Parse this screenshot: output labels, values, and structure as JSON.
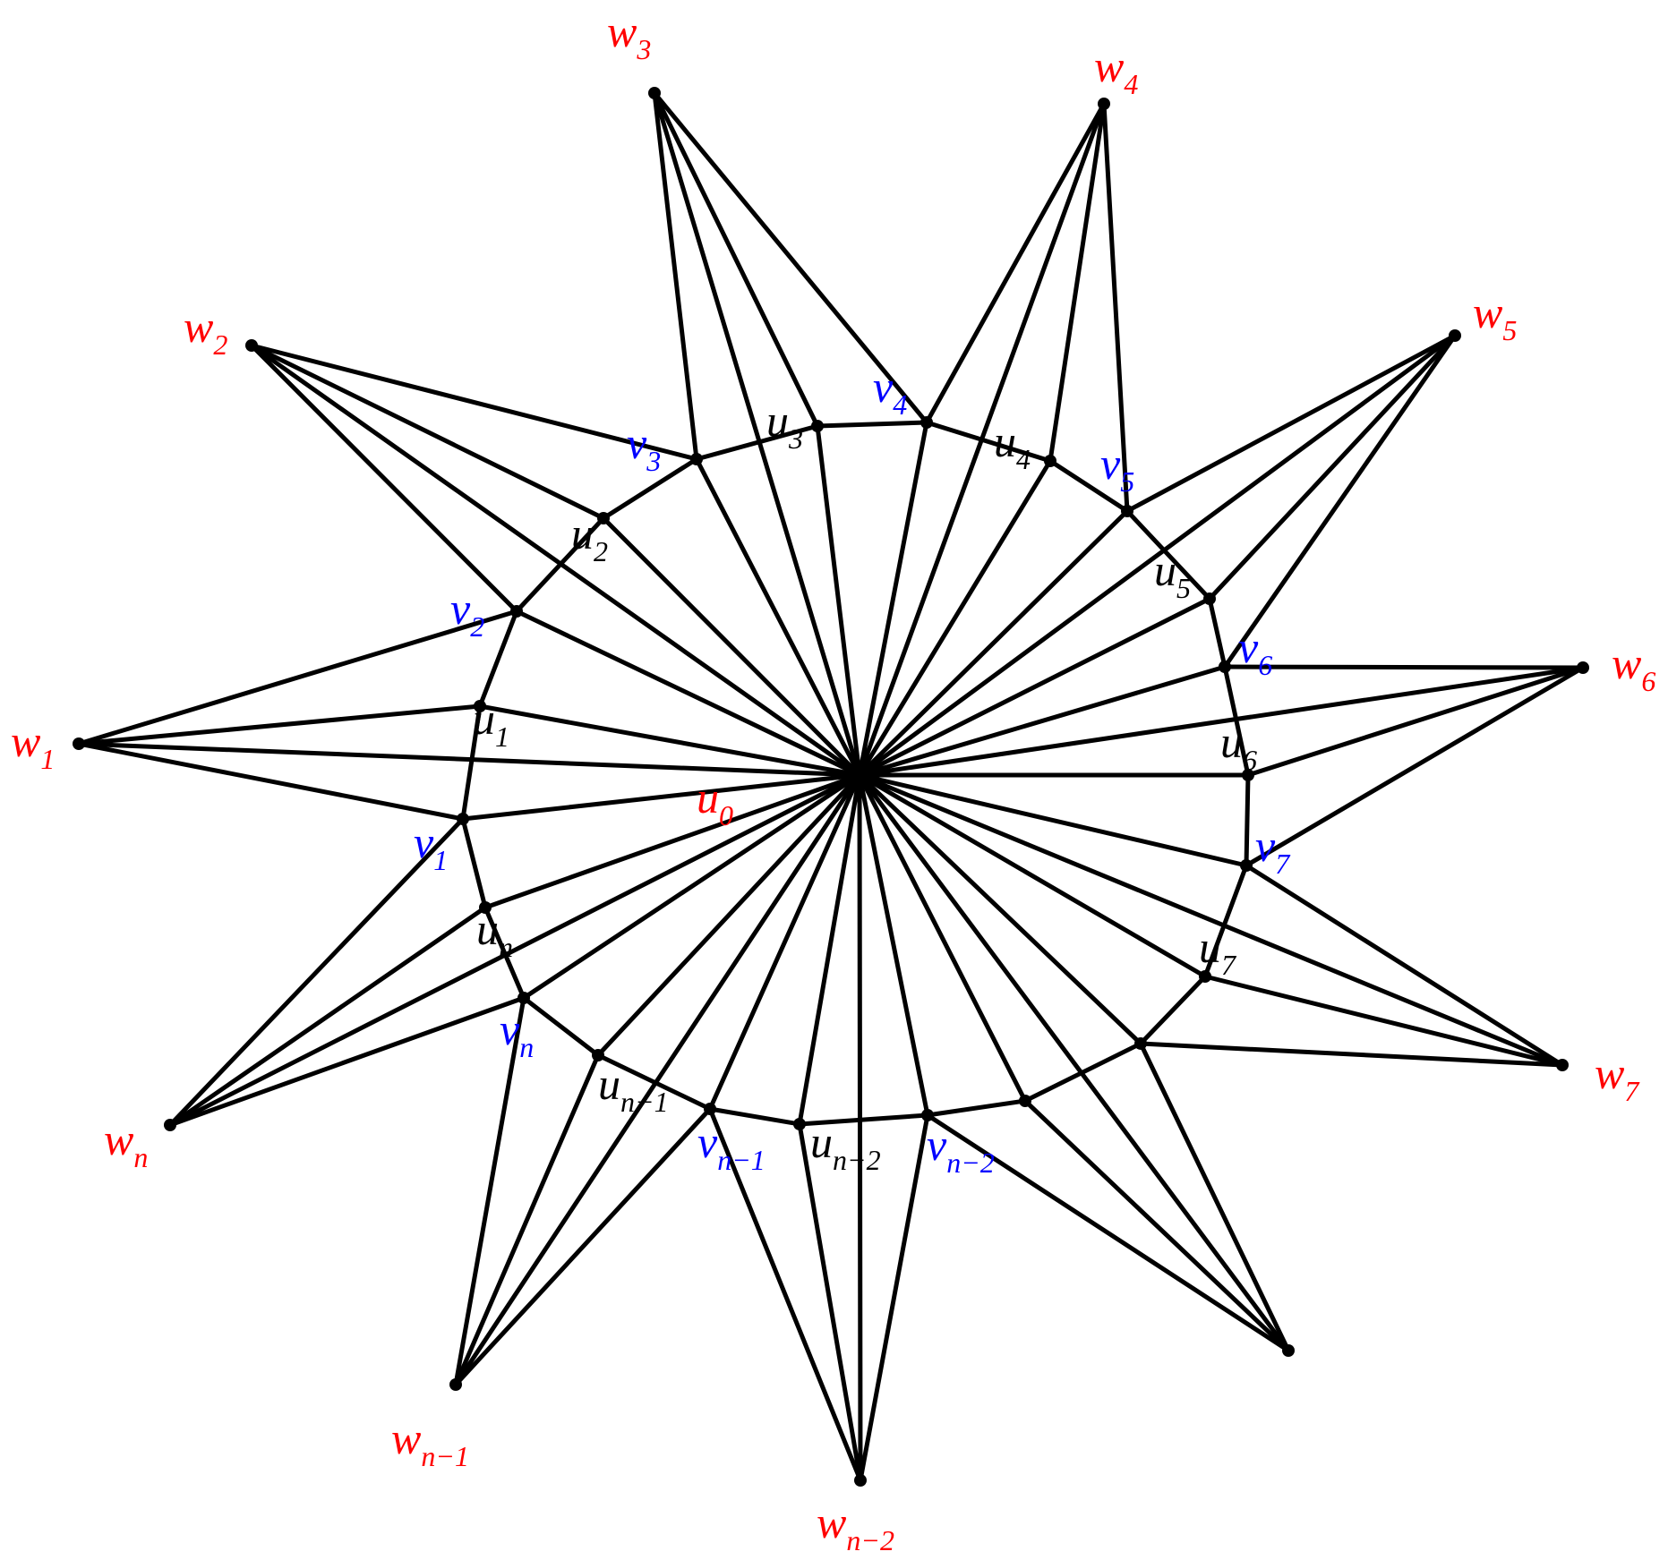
{
  "colors": {
    "edge": "#000000",
    "vertex": "#000000",
    "w_label": "#ff0000",
    "v_label": "#0000ff",
    "u_label": "#000000",
    "center_label": "#ff0000"
  },
  "vertices": {
    "u0": {
      "base": "u",
      "sub": "0",
      "color": "red"
    },
    "w": [
      {
        "id": "w1",
        "base": "w",
        "sub": "1"
      },
      {
        "id": "w2",
        "base": "w",
        "sub": "2"
      },
      {
        "id": "w3",
        "base": "w",
        "sub": "3"
      },
      {
        "id": "w4",
        "base": "w",
        "sub": "4"
      },
      {
        "id": "w5",
        "base": "w",
        "sub": "5"
      },
      {
        "id": "w6",
        "base": "w",
        "sub": "6"
      },
      {
        "id": "w7",
        "base": "w",
        "sub": "7"
      },
      {
        "id": "wx",
        "base": "",
        "sub": ""
      },
      {
        "id": "wn2",
        "base": "w",
        "sub": "n−2"
      },
      {
        "id": "wn1",
        "base": "w",
        "sub": "n−1"
      },
      {
        "id": "wn",
        "base": "w",
        "sub": "n"
      }
    ],
    "v": [
      {
        "id": "v1",
        "base": "v",
        "sub": "1"
      },
      {
        "id": "v2",
        "base": "v",
        "sub": "2"
      },
      {
        "id": "v3",
        "base": "v",
        "sub": "3"
      },
      {
        "id": "v4",
        "base": "v",
        "sub": "4"
      },
      {
        "id": "v5",
        "base": "v",
        "sub": "5"
      },
      {
        "id": "v6",
        "base": "v",
        "sub": "6"
      },
      {
        "id": "v7",
        "base": "v",
        "sub": "7"
      },
      {
        "id": "vx",
        "base": "",
        "sub": ""
      },
      {
        "id": "vn2",
        "base": "v",
        "sub": "n−2"
      },
      {
        "id": "vn1",
        "base": "v",
        "sub": "n−1"
      },
      {
        "id": "vn",
        "base": "v",
        "sub": "n"
      }
    ],
    "u": [
      {
        "id": "u1",
        "base": "u",
        "sub": "1"
      },
      {
        "id": "u2",
        "base": "u",
        "sub": "2"
      },
      {
        "id": "u3",
        "base": "u",
        "sub": "3"
      },
      {
        "id": "u4",
        "base": "u",
        "sub": "4"
      },
      {
        "id": "u5",
        "base": "u",
        "sub": "5"
      },
      {
        "id": "u6",
        "base": "u",
        "sub": "6"
      },
      {
        "id": "u7",
        "base": "u",
        "sub": "7"
      },
      {
        "id": "ux",
        "base": "",
        "sub": ""
      },
      {
        "id": "un2",
        "base": "u",
        "sub": "n−2"
      },
      {
        "id": "un1",
        "base": "u",
        "sub": "n−1"
      },
      {
        "id": "un",
        "base": "u",
        "sub": "n"
      }
    ]
  }
}
